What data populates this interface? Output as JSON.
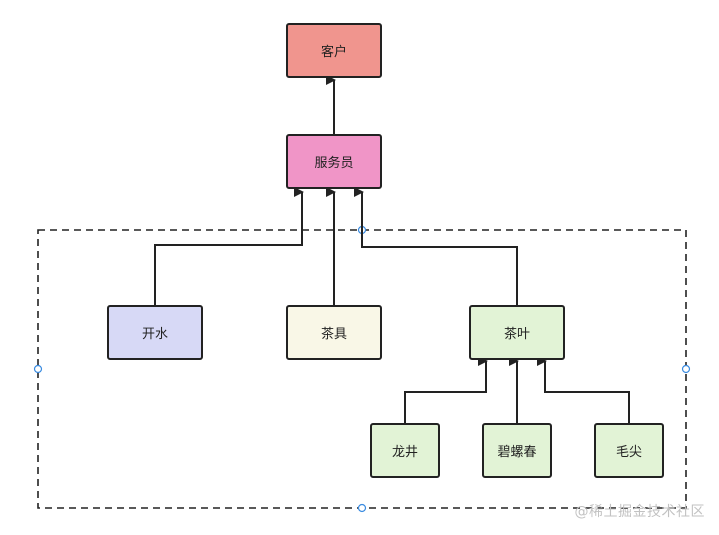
{
  "nodes": {
    "customer": {
      "label": "客户",
      "color": "#f0958e"
    },
    "waiter": {
      "label": "服务员",
      "color": "#f095c7"
    },
    "water": {
      "label": "开水",
      "color": "#d7d9f6"
    },
    "teaware": {
      "label": "茶具",
      "color": "#f9f7e7"
    },
    "tea": {
      "label": "茶叶",
      "color": "#e2f3d6"
    },
    "longjing": {
      "label": "龙井",
      "color": "#e2f3d6"
    },
    "biluochun": {
      "label": "碧螺春",
      "color": "#e2f3d6"
    },
    "maojian": {
      "label": "毛尖",
      "color": "#e2f3d6"
    }
  },
  "watermark": "@稀土掘金技术社区"
}
